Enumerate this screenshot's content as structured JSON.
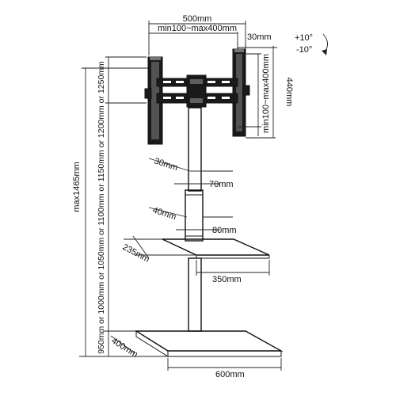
{
  "labels": {
    "top_width": "500mm",
    "top_range": "min100~max400mm",
    "bracket_depth": "30mm",
    "tilt_up": "+10°",
    "tilt_down": "-10°",
    "vertical_span": "440mm",
    "vertical_range": "min100~max400mm",
    "height_options_top": "950mm or 1000mm or 1050mm or 1100mm or 1150mm or 1200mm or 1250mm",
    "max_height": "max1465mm",
    "upper_pole_depth": "30mm",
    "upper_pole_width": "70mm",
    "lower_pole_depth": "40mm",
    "lower_pole_width": "80mm",
    "shelf_depth": "235mm",
    "shelf_width": "350mm",
    "base_depth": "400mm",
    "base_width": "600mm"
  },
  "colors": {
    "ink": "#111111",
    "panel": "#1a1a1a"
  }
}
